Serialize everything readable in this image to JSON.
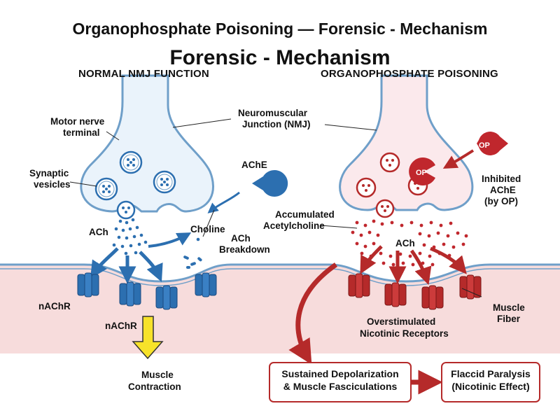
{
  "title": {
    "line1": "Organophosphate Poisoning — Forensic - Mechanism",
    "line2": "Forensic - Mechanism"
  },
  "panels": {
    "normal": "NORMAL NMJ FUNCTION",
    "poisoning": "ORGANOPHOSPHATE POISONING"
  },
  "labels": {
    "motor_nerve_1": "Motor nerve",
    "motor_nerve_2": "terminal",
    "nmj_1": "Neuromuscular",
    "nmj_2": "Junction (NMJ)",
    "synaptic_1": "Synaptic",
    "synaptic_2": "vesicles",
    "ache": "AChE",
    "choline": "Choline",
    "ach_breakdown_1": "ACh",
    "ach_breakdown_2": "Breakdown",
    "ach_left": "ACh",
    "nachr_1": "nAChR",
    "nachr_2": "nAChR",
    "muscle_contraction_1": "Muscle",
    "muscle_contraction_2": "Contraction",
    "op": "OP",
    "inhibited_1": "Inhibited",
    "inhibited_2": "AChE",
    "inhibited_3": "(by OP)",
    "accumulated_1": "Accumulated",
    "accumulated_2": "Acetylcholine",
    "ach_right": "ACh",
    "overstim_1": "Overstimulated",
    "overstim_2": "Nicotinic Receptors",
    "muscle_fiber_1": "Muscle",
    "muscle_fiber_2": "Fiber"
  },
  "boxes": {
    "depolarization_1": "Sustained Depolarization",
    "depolarization_2": "& Muscle Fasciculations",
    "paralysis_1": "Flaccid Paralysis",
    "paralysis_2": "(Nicotinic Effect)"
  },
  "colors": {
    "nerve_outline": "#6f9fc9",
    "nerve_fill": "#eaf3fb",
    "muscle_fill": "#f7dcdc",
    "blue_accent": "#2c6fb0",
    "red_accent": "#b52a2a",
    "yellow_arrow": "#f7e22a"
  }
}
